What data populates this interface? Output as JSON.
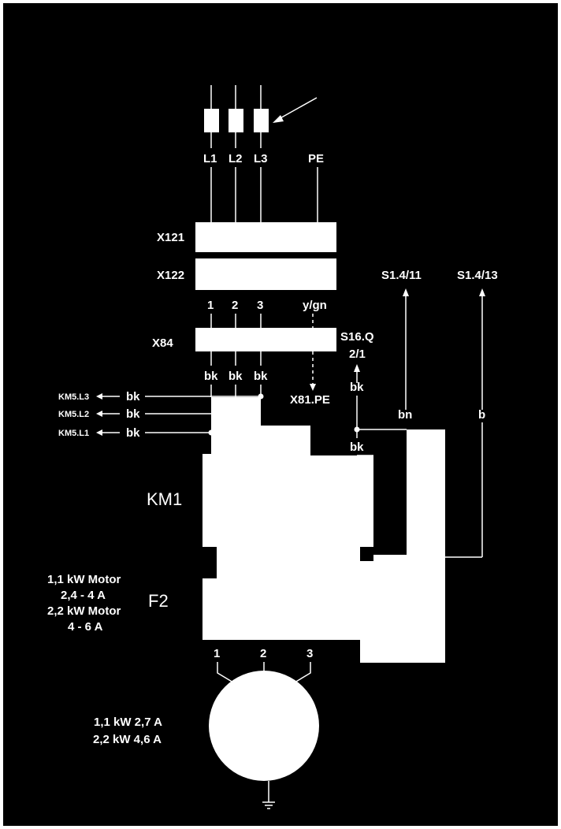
{
  "phases": {
    "l1": "L1",
    "l2": "L2",
    "l3": "L3",
    "pe": "PE"
  },
  "terminals": {
    "x121": "X121",
    "x122": "X122",
    "x84": "X84"
  },
  "x122_pins": {
    "p1": "1",
    "p2": "2",
    "p3": "3",
    "pe": "y/gn"
  },
  "wire_colors": {
    "bk": "bk",
    "bn": "bn",
    "b": "b"
  },
  "x84_pe": "X81.PE",
  "switch_ref": {
    "name": "S16.Q",
    "pin": "2/1"
  },
  "destinations": {
    "s14_11": "S1.4/11",
    "s14_13": "S1.4/13"
  },
  "km5": {
    "l3": "KM5.L3",
    "l2": "KM5.L2",
    "l1": "KM5.L1"
  },
  "contactor": "KM1",
  "breaker": "F2",
  "motor_pins": {
    "p1": "1",
    "p2": "2",
    "p3": "3"
  },
  "breaker_ratings": {
    "line1": "1,1 kW Motor",
    "line2": "2,4 - 4 A",
    "line3": "2,2 kW Motor",
    "line4": "4 - 6 A"
  },
  "motor_ratings": {
    "line1": "1,1 kW  2,7 A",
    "line2": "2,2 kW 4,6 A"
  },
  "colors": {
    "background": "#000000",
    "foreground": "#ffffff",
    "page": "#ffffff"
  }
}
